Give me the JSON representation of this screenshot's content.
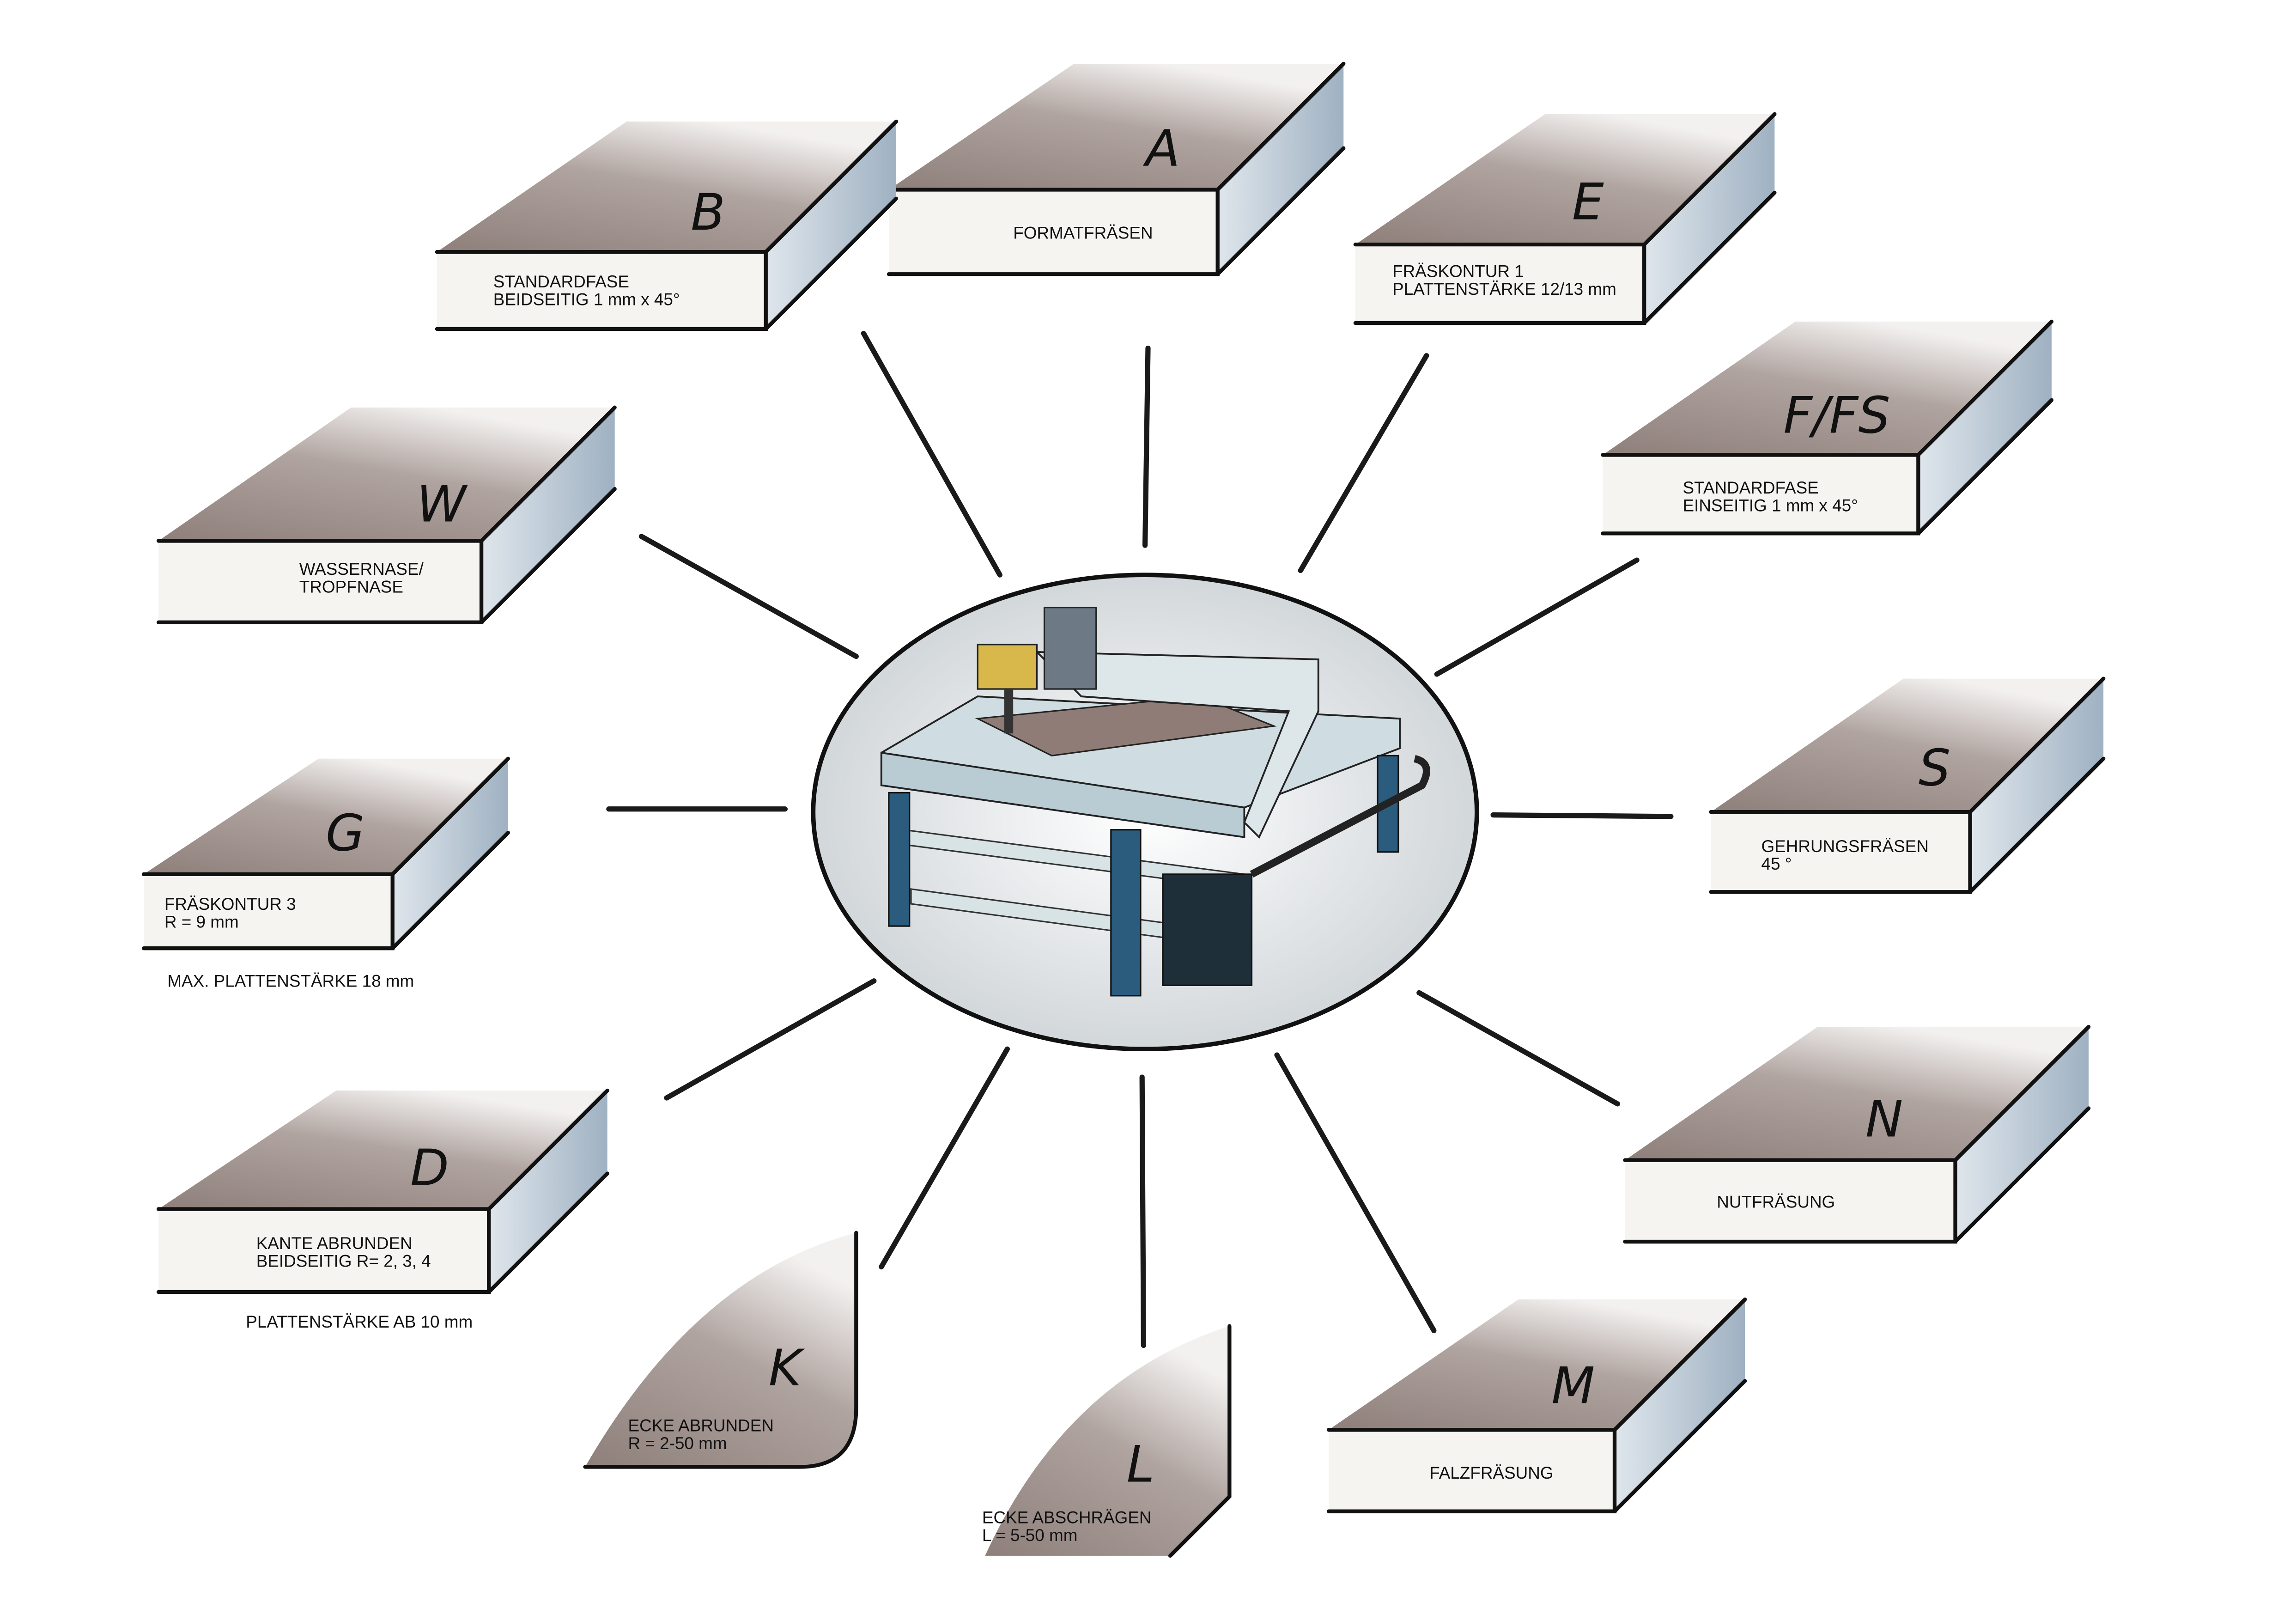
{
  "title": "CNC Fräsbearbeitungen",
  "cards": {
    "A": {
      "letter": "A",
      "lines": [
        "FORMATFRÄSEN"
      ]
    },
    "B": {
      "letter": "B",
      "lines": [
        "STANDARDFASE",
        "BEIDSEITIG 1 mm x 45°"
      ]
    },
    "E": {
      "letter": "E",
      "lines": [
        "FRÄSKONTUR 1",
        "PLATTENSTÄRKE 12/13 mm"
      ]
    },
    "FFS": {
      "letter": "F/FS",
      "lines": [
        "STANDARDFASE",
        "EINSEITIG 1 mm x 45°"
      ]
    },
    "W": {
      "letter": "W",
      "lines": [
        "WASSERNASE/",
        "TROPFNASE"
      ]
    },
    "S": {
      "letter": "S",
      "lines": [
        "GEHRUNGSFRÄSEN",
        "45 °"
      ]
    },
    "G": {
      "letter": "G",
      "lines": [
        "FRÄSKONTUR 3",
        "R = 9 mm"
      ],
      "note": "MAX. PLATTENSTÄRKE 18 mm"
    },
    "N": {
      "letter": "N",
      "lines": [
        "NUTFRÄSUNG"
      ]
    },
    "D": {
      "letter": "D",
      "lines": [
        "KANTE ABRUNDEN",
        "BEIDSEITIG R= 2, 3, 4"
      ],
      "note": "PLATTENSTÄRKE AB 10 mm"
    },
    "K": {
      "letter": "K",
      "lines": [
        "ECKE ABRUNDEN",
        "R = 2-50 mm"
      ]
    },
    "L": {
      "letter": "L",
      "lines": [
        "ECKE ABSCHRÄGEN",
        "L = 5-50 mm"
      ]
    },
    "M": {
      "letter": "M",
      "lines": [
        "FALZFRÄSUNG"
      ]
    }
  },
  "colors": {
    "top": "#9c8d88",
    "side": "#b9c6d2",
    "machine_frame": "#cfd9dc",
    "machine_legs": "#2b5c7e",
    "spindle": "#d8b84a"
  }
}
